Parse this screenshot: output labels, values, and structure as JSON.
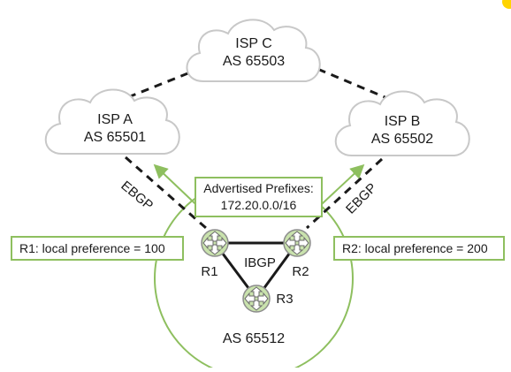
{
  "clouds": {
    "isp_c": {
      "name": "ISP C",
      "as": "AS 65503"
    },
    "isp_a": {
      "name": "ISP A",
      "as": "AS 65501"
    },
    "isp_b": {
      "name": "ISP B",
      "as": "AS 65502"
    }
  },
  "links": {
    "ebgp_left": "EBGP",
    "ebgp_right": "EBGP",
    "ibgp": "IBGP"
  },
  "advertised": {
    "title": "Advertised Prefixes:",
    "prefix": "172.20.0.0/16"
  },
  "local_pref": {
    "r1": "R1: local preference = 100",
    "r2": "R2: local preference = 200"
  },
  "routers": {
    "r1": "R1",
    "r2": "R2",
    "r3": "R3"
  },
  "local_as": "AS 65512",
  "colors": {
    "accent": "#8ebf5f",
    "cloud_stroke": "#c8c8c8",
    "router_fill": "#c9e2ad",
    "line": "#1a1a1a",
    "corner": "#ffd400"
  },
  "icons": {
    "router": "router-icon",
    "cloud": "cloud-icon"
  }
}
